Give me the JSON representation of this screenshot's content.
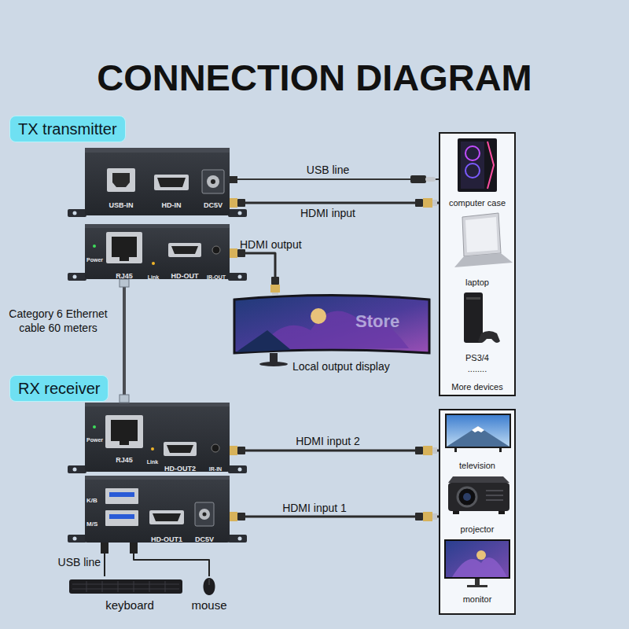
{
  "diagram": {
    "title": "CONNECTION DIAGRAM",
    "nodes": [
      {
        "text": [
          "TX transmitter"
        ]
      },
      {
        "text": [
          "USB-IN",
          "HD-IN",
          "DC5V"
        ]
      },
      {
        "text": [
          "computer case",
          "laptop",
          "PS3/4",
          "........",
          "More devices"
        ]
      },
      {
        "text": [
          "Power",
          "RJ45",
          "Link",
          "HD-OUT",
          "IR-OUT"
        ]
      },
      {
        "text": [
          "Local output display"
        ]
      },
      {
        "text": [
          "RX receiver"
        ]
      },
      {
        "text": [
          "Power",
          "RJ45",
          "Link",
          "HD-OUT2",
          "IR-IN"
        ]
      },
      {
        "text": [
          "television",
          "projector",
          "monitor"
        ]
      },
      {
        "text": [
          "K/B",
          "M/S",
          "HD-OUT1",
          "DC5V"
        ]
      },
      {
        "text": [
          "keyboard"
        ]
      },
      {
        "text": [
          "mouse"
        ]
      }
    ],
    "edges": [
      {
        "from": 1,
        "to": 2,
        "label": "USB line",
        "arrow": "none"
      },
      {
        "from": 2,
        "to": 1,
        "label": "HDMI input",
        "arrow": "none"
      },
      {
        "from": 3,
        "to": 4,
        "label": "HDMI output",
        "arrow": "none"
      },
      {
        "from": 3,
        "to": 6,
        "label": "Category 6 Ethernet cable 60 meters",
        "arrow": "none"
      },
      {
        "from": 6,
        "to": 7,
        "label": "HDMI input 2",
        "arrow": "none"
      },
      {
        "from": 8,
        "to": 7,
        "label": "HDMI input 1",
        "arrow": "none"
      },
      {
        "from": 8,
        "to": 9,
        "label": "USB line",
        "arrow": "none"
      },
      {
        "from": 8,
        "to": 10,
        "arrow": "none"
      }
    ],
    "labels": [
      "Store"
    ]
  }
}
